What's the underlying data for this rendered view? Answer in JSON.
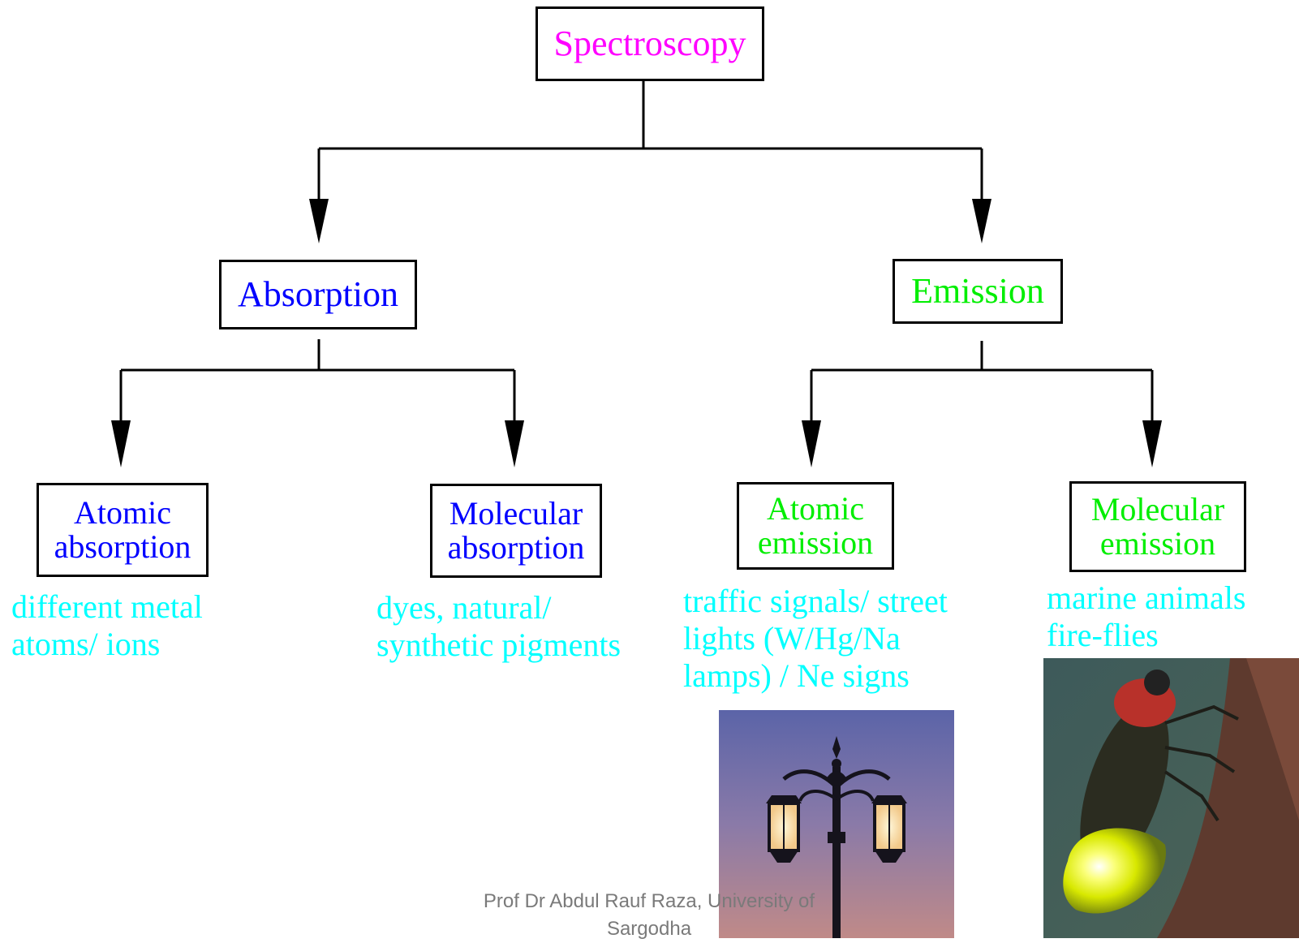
{
  "root": {
    "label": "Spectroscopy",
    "color": "#ff00ff"
  },
  "absorption": {
    "label": "Absorption",
    "color": "#0000ff",
    "atomic": {
      "line1": "Atomic",
      "line2": "absorption",
      "examples_line1": "different metal",
      "examples_line2": "atoms/ ions"
    },
    "molecular": {
      "line1": "Molecular",
      "line2": "absorption",
      "examples_line1": "dyes, natural/",
      "examples_line2": "synthetic pigments"
    }
  },
  "emission": {
    "label": "Emission",
    "color": "#00ee00",
    "atomic": {
      "line1": "Atomic",
      "line2": "emission",
      "examples_line1": "traffic signals/ street",
      "examples_line2": "lights (W/Hg/Na",
      "examples_line3": "lamps) / Ne signs"
    },
    "molecular": {
      "line1": "Molecular",
      "line2": "emission",
      "examples_line1": "marine animals",
      "examples_line2": "fire-flies"
    }
  },
  "example_color": "#00ffff",
  "images": {
    "street_lamp": "street-lamp-photo",
    "firefly": "firefly-photo"
  },
  "footer": {
    "line1": "Prof Dr Abdul Rauf Raza, University of",
    "line2": "Sargodha"
  }
}
